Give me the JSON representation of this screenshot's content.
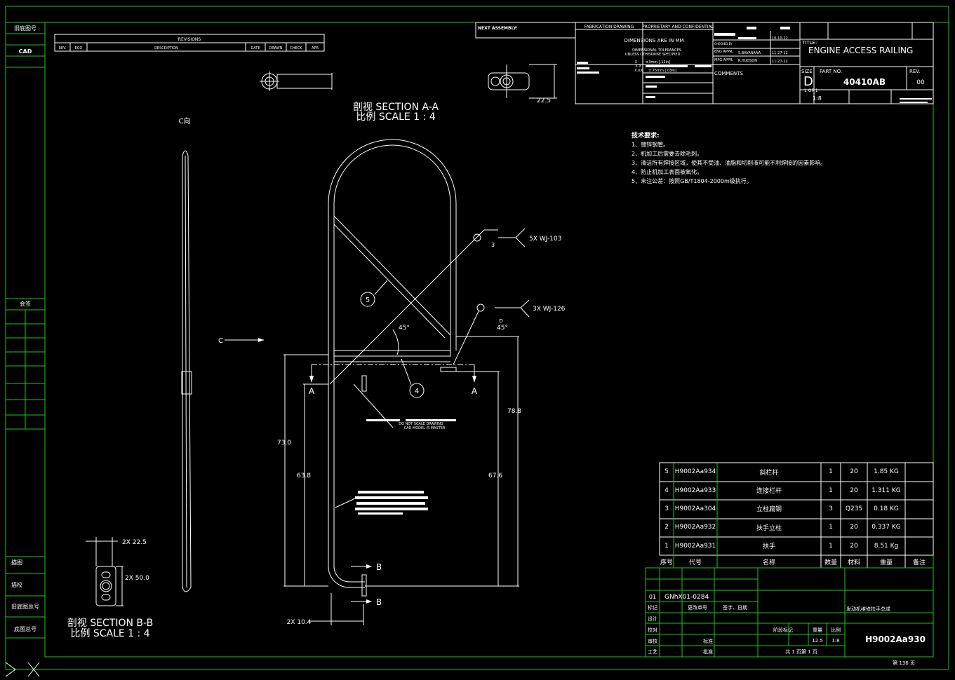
{
  "side_labels": [
    "旧底图号",
    "CAD",
    "会签",
    "描图",
    "描校",
    "旧底图总号",
    "底图总号"
  ],
  "revisions": {
    "title": "REVISIONS",
    "headers": [
      "REV.",
      "ECO",
      "DESCRIPTION",
      "DATE",
      "DRAWN",
      "CHECK",
      "APR"
    ]
  },
  "next_assembly": "NEXT ASSEMBLY:",
  "title_block": {
    "fabrication": "FABRICATION DRAWING",
    "proprietary": "PROPRIETARY AND CONFIDENTIAL",
    "dims_mm": "DIMENSIONS ARE IN MM",
    "tol1": "DIMENSIONAL TOLERANCES",
    "tol2": "UNLESS OTHERWISE SPECIFIED:",
    "tol_x": "X",
    "tol_xx": "X.X",
    "tol_xxx": "X.XX",
    "tol_x_val": "±3mm [.12in]",
    "tol_xxx_val": "±.75mm [.03in]",
    "checked_by": "CHECKED BY",
    "eng_appr": "ENG APPR.",
    "mfg_appr": "MFG APPR.",
    "date1": "10-10-12",
    "eng_name": "S.BAVANANA",
    "date2": "11-27-12",
    "mfg_name": "R.HUDSON",
    "date3": "11-27-12",
    "comments": "COMMENTS",
    "title_label": "TITLE:",
    "title": "ENGINE ACCESS RAILING",
    "size_label": "SIZE",
    "size": "D",
    "part_label": "PART  NO.",
    "part_no": "40410AB",
    "rev_label": "REV.",
    "rev": "00",
    "sheet": "1 OF 1",
    "scale": "1:8"
  },
  "tech_requirements": {
    "heading": "技术要求:",
    "items": [
      "1、镀锌钢管。",
      "2、机加工后需要去除毛刺。",
      "3、清洁所有焊接区域，使其不受油、油脂和切削液可能不利焊接的因素影响。",
      "4、防止机加工表面被氧化。",
      "5、未注公差：按照GB/T1804-2000m级执行。"
    ]
  },
  "views": {
    "section_aa": [
      "剖视 SECTION A-A",
      "比例 SCALE 1 : 4"
    ],
    "section_bb": [
      "剖视 SECTION B-B",
      "比例 SCALE 1 : 4"
    ],
    "view_c": "C向",
    "c_arrow": "C"
  },
  "dimensions": {
    "d_22_5": "22.5",
    "d_73": "73.0",
    "d_63_8": "63.8",
    "d_78_8": "78.8",
    "d_67_6": "67.6",
    "d_2x10_4": "2X 10.4",
    "d_2x22_5": "2X 22.5",
    "d_2x50": "2X 50.0",
    "angle1": "45°",
    "angle2": "45°",
    "weld1": "5X WJ-103",
    "weld2": "3X WJ-126",
    "weld_num": "3",
    "weld_d": "D",
    "sec_a": "A",
    "sec_b": "B",
    "balloon_5": "5",
    "balloon_4": "4",
    "note_scale": "DO NOT SCALE DRAWING",
    "note_cad": "CAD MODEL IS MASTER"
  },
  "bom": {
    "rows": [
      {
        "no": "5",
        "code": "H9002Aa934",
        "name": "斜栏杆",
        "qty": "1",
        "mat": "20",
        "weight": "1.85 KG",
        "note": ""
      },
      {
        "no": "4",
        "code": "H9002Aa933",
        "name": "连接栏杆",
        "qty": "1",
        "mat": "20",
        "weight": "1.311 KG",
        "note": ""
      },
      {
        "no": "3",
        "code": "H9002Aa304",
        "name": "立柱扁钢",
        "qty": "3",
        "mat": "Q235",
        "weight": "0.18 KG",
        "note": ""
      },
      {
        "no": "2",
        "code": "H9002Aa932",
        "name": "扶手立柱",
        "qty": "1",
        "mat": "20",
        "weight": "0.337 KG",
        "note": ""
      },
      {
        "no": "1",
        "code": "H9002Aa931",
        "name": "扶手",
        "qty": "1",
        "mat": "20",
        "weight": "8.51 Kg",
        "note": ""
      }
    ],
    "headers": [
      "序号",
      "代号",
      "名称",
      "数量",
      "材料",
      "重量",
      "备注"
    ]
  },
  "cn_title_block": {
    "rev_code": "01",
    "change_no": "GNhX01-0284",
    "labels": [
      "标记",
      "更改单号",
      "签字、日期"
    ],
    "rows": [
      "设计",
      "校对",
      "审核",
      "工艺"
    ],
    "standard": "标准",
    "approve": "批准",
    "stage": "阶段标记",
    "weight_label": "重量",
    "scale_label": "比例",
    "weight": "12.5",
    "scale": "1:8",
    "sheets": "共 1 页第 1 页",
    "name": "发动机维修扶手总成",
    "drawing_no": "H9002Aa930",
    "page": "第 136 页"
  }
}
